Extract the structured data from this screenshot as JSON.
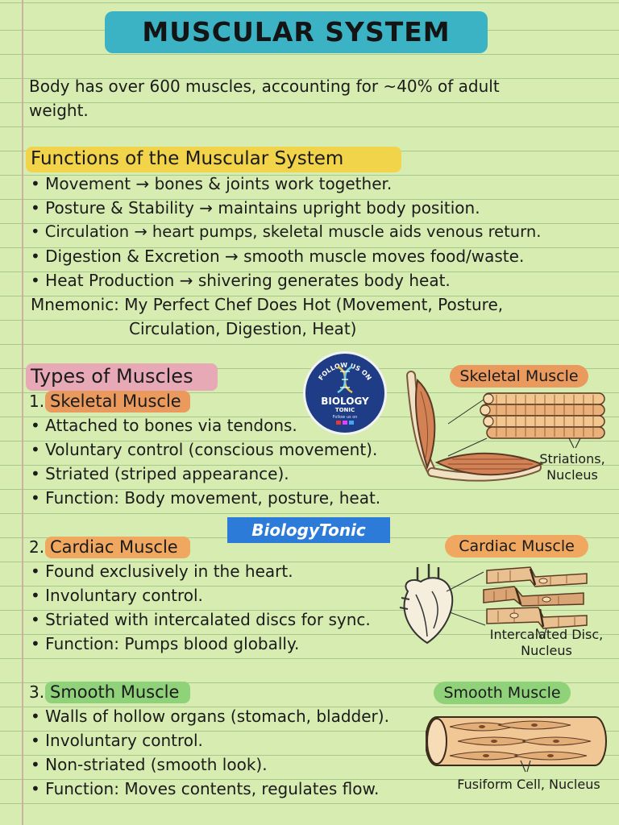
{
  "title": "MUSCULAR SYSTEM",
  "intro": {
    "line1": "Body has over 600 muscles, accounting for ~40% of adult",
    "line2": "weight."
  },
  "functions": {
    "heading": "Functions of the Muscular System",
    "items": [
      "• Movement → bones & joints work together.",
      "• Posture & Stability → maintains upright body position.",
      "• Circulation → heart pumps, skeletal muscle aids venous return.",
      "• Digestion & Excretion → smooth muscle moves food/waste.",
      "• Heat Production → shivering generates body heat."
    ],
    "mnemonic_line1": "Mnemonic: My Perfect Chef Does Hot (Movement, Posture,",
    "mnemonic_line2": "Circulation, Digestion, Heat)"
  },
  "types": {
    "heading": "Types of Muscles",
    "skeletal": {
      "number": "1.",
      "name": "Skeletal Muscle",
      "items": [
        "• Attached to bones via tendons.",
        "• Voluntary control (conscious movement).",
        "• Striated (striped appearance).",
        "• Function: Body movement, posture, heat."
      ],
      "figure_title": "Skeletal Muscle",
      "figure_label_1": "Striations,",
      "figure_label_2": "Nucleus"
    },
    "cardiac": {
      "number": "2.",
      "name": "Cardiac Muscle",
      "items": [
        "• Found exclusively in the heart.",
        "• Involuntary control.",
        "• Striated with intercalated discs for sync.",
        "• Function: Pumps blood globally."
      ],
      "figure_title": "Cardiac Muscle",
      "figure_label_1": "Intercalated Disc,",
      "figure_label_2": "Nucleus"
    },
    "smooth": {
      "number": "3.",
      "name": "Smooth Muscle",
      "items": [
        "• Walls of hollow organs (stomach, bladder).",
        "• Involuntary control.",
        "• Non-striated (smooth look).",
        "• Function: Moves contents, regulates flow."
      ],
      "figure_title": "Smooth Muscle",
      "figure_label": "Fusiform Cell, Nucleus"
    }
  },
  "badge": {
    "follow": "FOLLOW US ON",
    "name_line1": "BIOLOGY",
    "name_line2": "TONIC",
    "small": "Follow us on"
  },
  "watermark": "BiologyTonic",
  "colors": {
    "paper": "#d7ecb0",
    "title_bg": "#3bb3c4",
    "functions_highlight": "#f2d44a",
    "types_highlight": "#e8a9b6",
    "skeletal_highlight": "#e99a5c",
    "cardiac_highlight": "#f0a860",
    "smooth_highlight": "#8fd27a",
    "watermark_bg": "#2d7bd8"
  }
}
